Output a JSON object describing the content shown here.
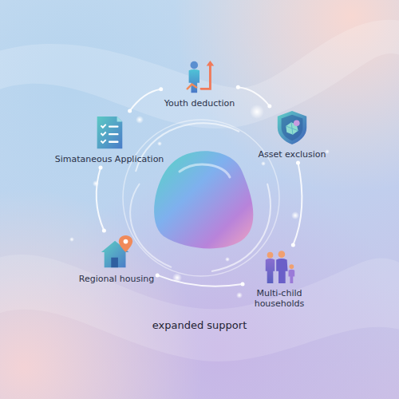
{
  "diagram": {
    "caption": "expanded support",
    "nodes": [
      {
        "text": [
          "Youth deduction"
        ]
      },
      {
        "text": [
          "Simataneous Application"
        ]
      },
      {
        "text": [
          "Asset exclusion"
        ]
      },
      {
        "text": [
          "Regional housing"
        ]
      },
      {
        "text": [
          "Multi-child households"
        ]
      }
    ],
    "edges": [
      {
        "from": 0,
        "to": 2,
        "arrow": "none"
      },
      {
        "from": 2,
        "to": 4,
        "arrow": "none"
      },
      {
        "from": 4,
        "to": 3,
        "arrow": "none"
      },
      {
        "from": 3,
        "to": 1,
        "arrow": "none"
      },
      {
        "from": 1,
        "to": 0,
        "arrow": "none"
      }
    ]
  }
}
